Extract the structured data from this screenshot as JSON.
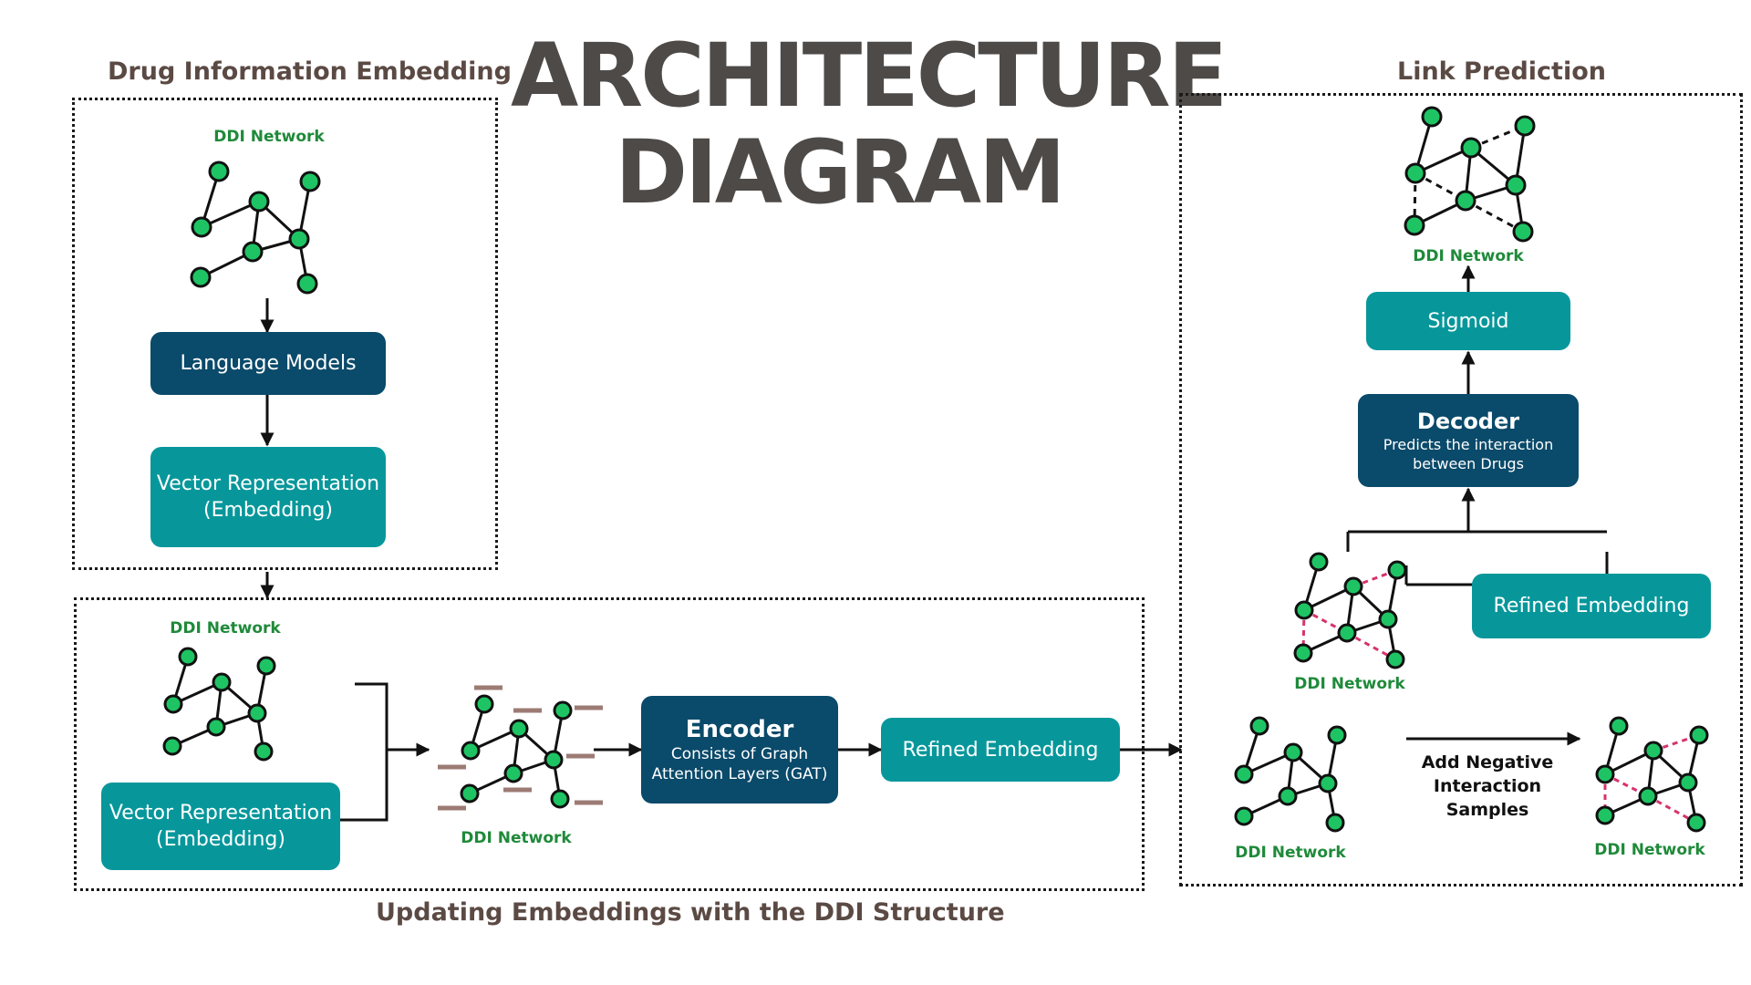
{
  "title": {
    "line1": "ARCHITECTURE",
    "line2": "DIAGRAM"
  },
  "colors": {
    "navy": "#0a4a6a",
    "teal": "#07979b",
    "node": "#1ec463",
    "negative_edge": "#d6336c",
    "feature_bar": "#9c7b74"
  },
  "drug_info": {
    "label": "Drug Information Embedding",
    "network_label": "DDI Network",
    "language_models": "Language Models",
    "vector_line1": "Vector Representation",
    "vector_line2": "(Embedding)"
  },
  "updating": {
    "label": "Updating Embeddings with the DDI Structure",
    "network_label_1": "DDI Network",
    "vector_line1": "Vector Representation",
    "vector_line2": "(Embedding)",
    "network_label_2": "DDI Network",
    "encoder_title": "Encoder",
    "encoder_line1": "Consists of Graph",
    "encoder_line2": "Attention Layers (GAT)",
    "refined": "Refined Embedding"
  },
  "link_prediction": {
    "label": "Link Prediction",
    "top_network_label": "DDI Network",
    "sigmoid": "Sigmoid",
    "decoder_title": "Decoder",
    "decoder_line1": "Predicts the interaction",
    "decoder_line2": "between Drugs",
    "mid_network_label": "DDI Network",
    "refined": "Refined Embedding",
    "bottom_left_network_label": "DDI Network",
    "negative_line1": "Add Negative",
    "negative_line2": "Interaction",
    "negative_line3": "Samples",
    "bottom_right_network_label": "DDI Network"
  }
}
